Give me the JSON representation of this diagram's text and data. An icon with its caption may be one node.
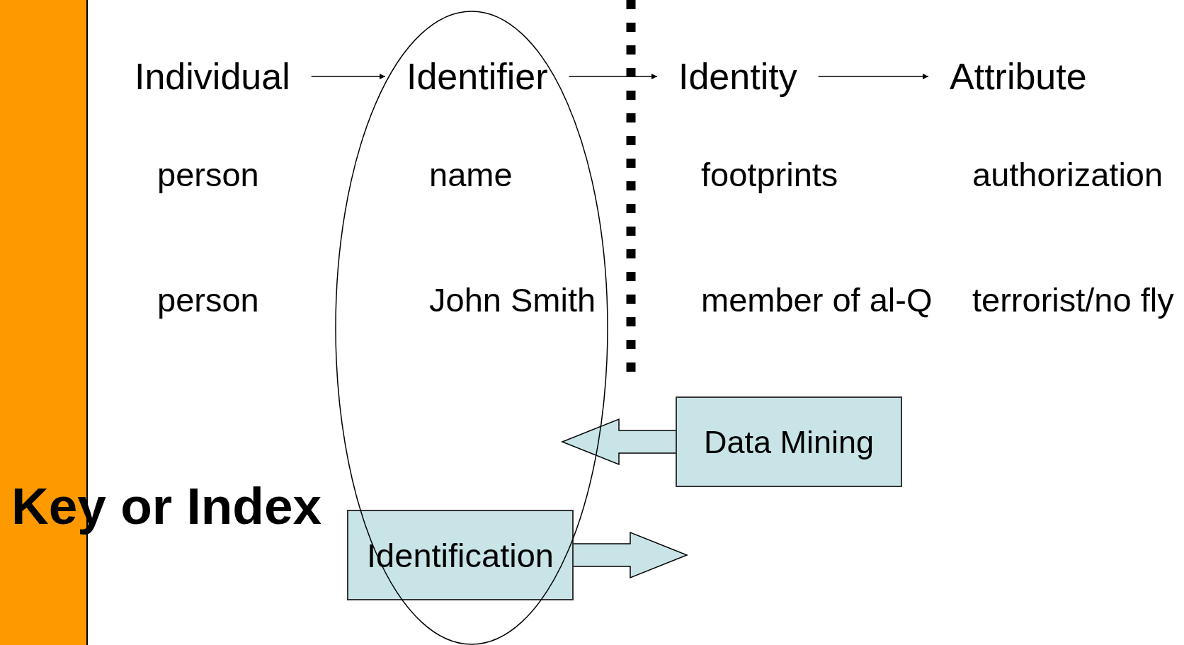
{
  "diagram": {
    "nodes": [
      {
        "text": [
          "Individual"
        ]
      },
      {
        "text": [
          "Identifier"
        ]
      },
      {
        "text": [
          "Identity"
        ]
      },
      {
        "text": [
          "Attribute"
        ]
      },
      {
        "text": [
          "Data Mining"
        ]
      },
      {
        "text": [
          "Identification"
        ]
      },
      {
        "text": [],
        "shape": "bar"
      }
    ],
    "edges": [
      {
        "from": 0,
        "to": 1,
        "arrow": "to"
      },
      {
        "from": 1,
        "to": 2,
        "arrow": "to"
      },
      {
        "from": 2,
        "to": 3,
        "arrow": "to"
      },
      {
        "from": 4,
        "to": null,
        "arrow": "to",
        "style": "thick"
      },
      {
        "from": 5,
        "to": null,
        "arrow": "to",
        "style": "thick"
      }
    ],
    "labels": [
      "person",
      "name",
      "footprints",
      "authorization",
      "person",
      "John Smith",
      "member of al-Q",
      "terrorist/no fly",
      "Key or Index"
    ]
  }
}
